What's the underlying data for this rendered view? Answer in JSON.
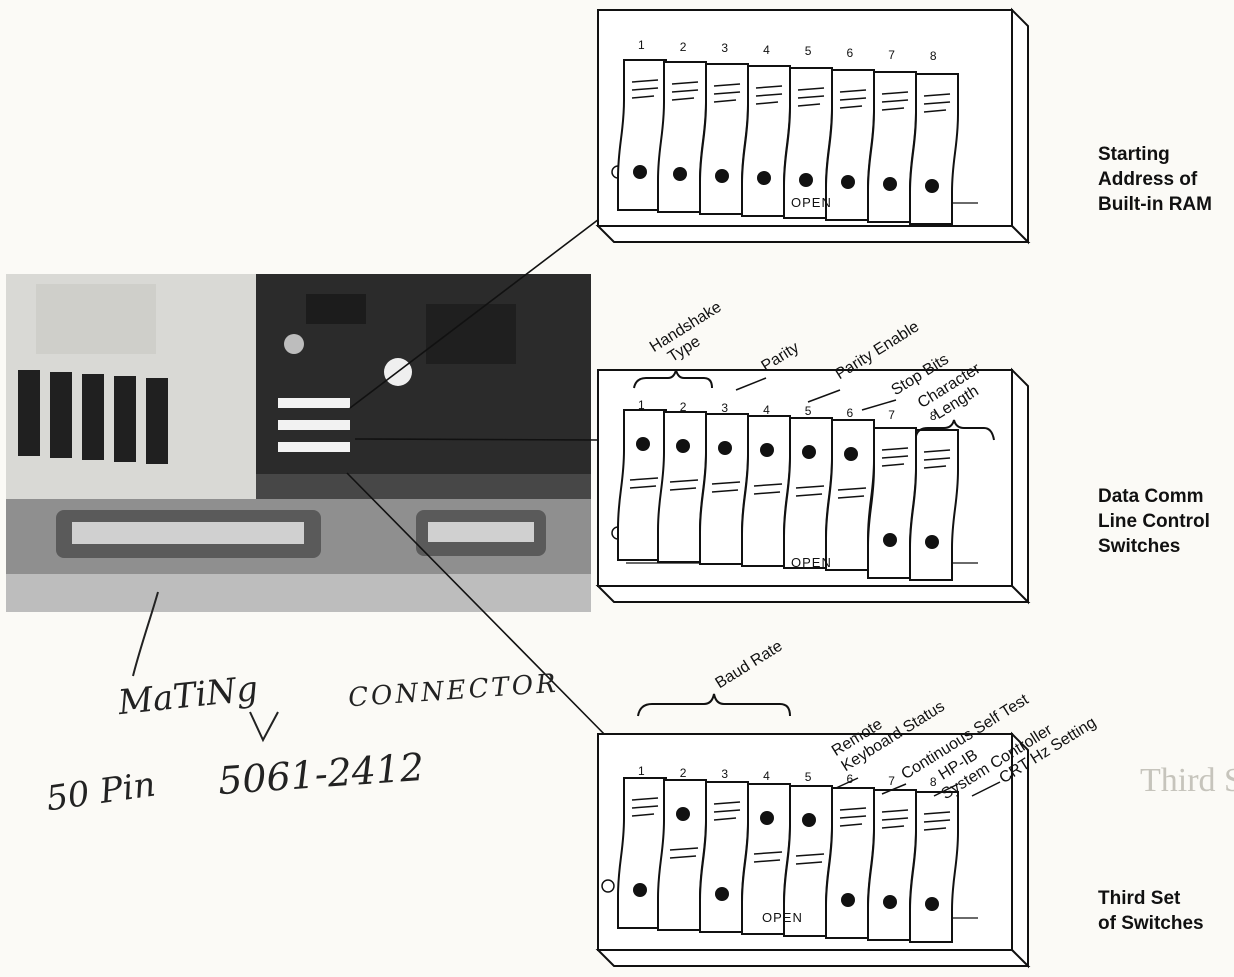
{
  "captions": {
    "starting_address": [
      "Starting",
      "Address of",
      "Built-in RAM"
    ],
    "data_comm": [
      "Data Comm",
      "Line Control",
      "Switches"
    ],
    "third_set": [
      "Third Set",
      "of Switches"
    ]
  },
  "panel_label": "OPEN",
  "switch_numbers": [
    "1",
    "2",
    "3",
    "4",
    "5",
    "6",
    "7",
    "8"
  ],
  "data_comm_labels": {
    "handshake_type": [
      "Handshake",
      "Type"
    ],
    "parity": "Parity",
    "parity_enable": "Parity Enable",
    "stop_bits": "Stop Bits",
    "character_length": [
      "Character",
      "Length"
    ]
  },
  "third_set_labels": {
    "baud_rate": "Baud Rate",
    "remote_keyboard_status": [
      "Remote",
      "Keyboard Status"
    ],
    "continuous_self_test": "Continuous Self Test",
    "hpib_system_controller": [
      "HP-IB",
      "System Controller"
    ],
    "crt_hz_setting": "CRT Hz Setting"
  },
  "handwritten": {
    "mating": "MaTiNg",
    "connector": "CONNECTOR",
    "pin": "50 Pin",
    "part_number": "5061-2412"
  },
  "background_text": {
    "third_set_heading": "Third Set"
  }
}
